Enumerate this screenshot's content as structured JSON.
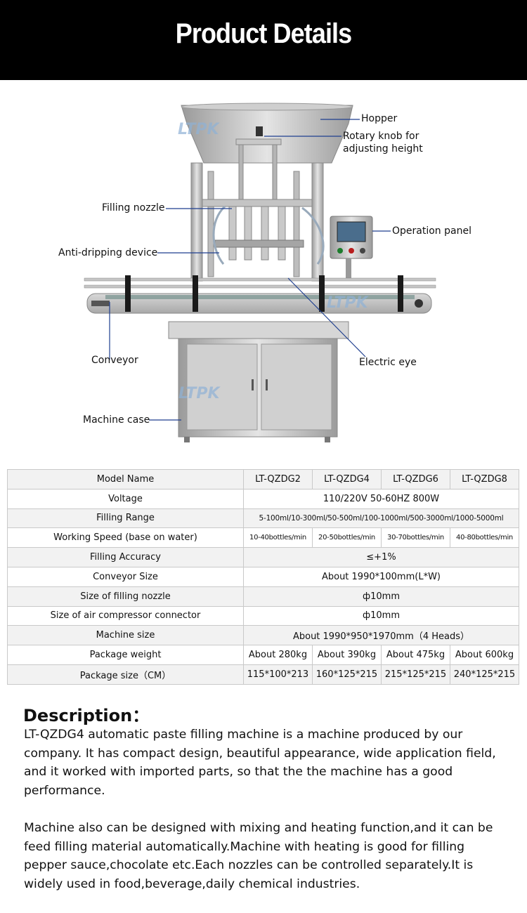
{
  "header": {
    "title": "Product Details"
  },
  "figure": {
    "watermark": "LTPK",
    "labels": {
      "hopper": "Hopper",
      "rotary_knob_1": "Rotary knob for",
      "rotary_knob_2": "adjusting height",
      "filling_nozzle": "Filling nozzle",
      "operation_panel": "Operation panel",
      "anti_dripping": "Anti-dripping device",
      "conveyor": "Conveyor",
      "electric_eye": "Electric eye",
      "machine_case": "Machine case"
    }
  },
  "specs": {
    "model_label": "Model Name",
    "models": [
      "LT-QZDG2",
      "LT-QZDG4",
      "LT-QZDG6",
      "LT-QZDG8"
    ],
    "voltage_label": "Voltage",
    "voltage": "110/220V 50-60HZ 800W",
    "filling_range_label": "Filling Range",
    "filling_range": "5-100ml/10-300ml/50-500ml/100-1000ml/500-3000ml/1000-5000ml",
    "speed_label": "Working Speed (base on water)",
    "speeds": [
      "10-40bottles/min",
      "20-50bottles/min",
      "30-70bottles/min",
      "40-80bottles/min"
    ],
    "accuracy_label": "Filling Accuracy",
    "accuracy": "≤+1%",
    "conveyor_label": "Conveyor Size",
    "conveyor": "About 1990*100mm(L*W)",
    "nozzle_label": "Size of filling nozzle",
    "nozzle": "ф10mm",
    "air_label": "Size of air compressor connector",
    "air": "ф10mm",
    "machine_size_label": "Machine size",
    "machine_size": "About 1990*950*1970mm（4 Heads）",
    "weight_label": "Package weight",
    "weights": [
      "About 280kg",
      "About 390kg",
      "About 475kg",
      "About 600kg"
    ],
    "package_size_label": "Package size（CM）",
    "package_sizes": [
      "115*100*213",
      "160*125*215",
      "215*125*215",
      "240*125*215"
    ]
  },
  "description": {
    "title": "Description：",
    "p1_lines": [
      "LT-QZDG4 automatic paste filling machine is a machine produced by our",
      "company. It has compact design, beautiful appearance, wide application field,",
      "and it worked with imported parts, so that the the machine has a good",
      "performance."
    ],
    "p2_lines": [
      "Machine also can be designed with mixing and heating function,and it can be",
      "feed filling material automatically.Machine with heating is good for filling",
      "pepper sauce,chocolate etc.Each nozzles can be controlled separately.It is",
      "widely used in food,beverage,daily chemical industries."
    ]
  }
}
